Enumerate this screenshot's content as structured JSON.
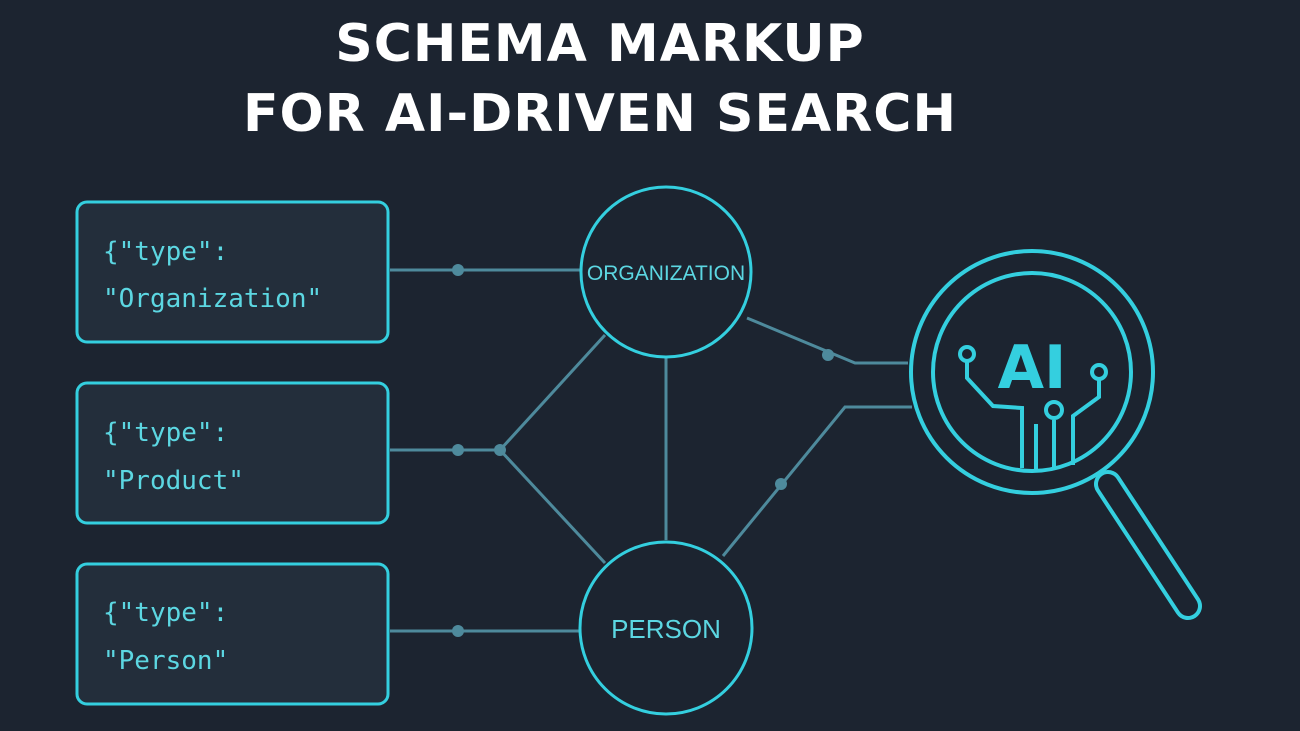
{
  "title": {
    "line1": "SCHEMA MARKUP",
    "line2": "FOR AI-DRIVEN SEARCH"
  },
  "schema_boxes": [
    {
      "line1": "{\"type\":",
      "line2": "\"Organization\""
    },
    {
      "line1": "{\"type\":",
      "line2": "\"Product\""
    },
    {
      "line1": "{\"type\":",
      "line2": "\"Person\""
    }
  ],
  "entity_nodes": {
    "organization": "ORGANIZATION",
    "person": "PERSON"
  },
  "search_icon": {
    "icon": "magnifier-ai-icon",
    "label": "AI"
  },
  "colors": {
    "background": "#1c2430",
    "accent": "#34cfdf",
    "text_accent": "#5cd7e2",
    "connector": "#4e8a9c",
    "box_fill": "#232e3b",
    "title": "#ffffff"
  }
}
